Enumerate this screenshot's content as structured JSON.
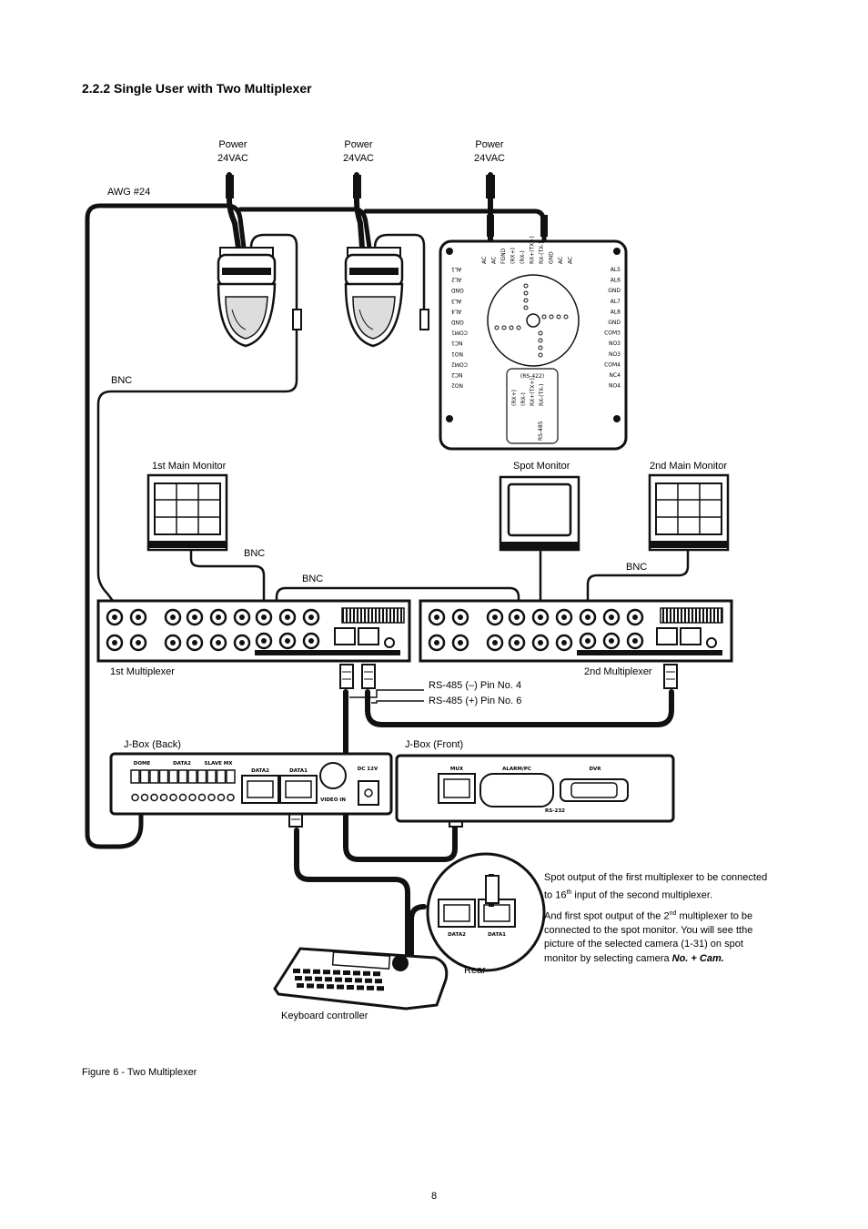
{
  "section": {
    "heading": "2.2.2  Single User with Two Multiplexer"
  },
  "labels": {
    "power_1": "Power",
    "power_1_v": "24VAC",
    "power_2": "Power",
    "power_2_v": "24VAC",
    "power_3": "Power",
    "power_3_v": "24VAC",
    "awg": "AWG #24",
    "bnc_camera": "BNC",
    "first_main_monitor": "1st Main Monitor",
    "spot_monitor": "Spot Monitor",
    "second_main_monitor": "2nd Main Monitor",
    "bnc_left": "BNC",
    "bnc_mid": "BNC",
    "bnc_right": "BNC",
    "first_multiplexer": "1st Multiplexer",
    "second_multiplexer": "2nd Multiplexer",
    "rs485_minus": "RS-485 (–) Pin No. 4",
    "rs485_plus": "RS-485 (+) Pin No. 6",
    "jbox_back": "J-Box (Back)",
    "jbox_front": "J-Box (Front)",
    "rear": "Rear",
    "keyboard_controller": "Keyboard controller"
  },
  "receiver_board": {
    "top_pins": [
      "AC",
      "AC",
      "FGND",
      "(RX+)",
      "(RX-)",
      "RX+(TX+)",
      "RX-(TX-)",
      "GND",
      "AC",
      "AC"
    ],
    "left_terminals": [
      "AL1",
      "AL2",
      "GND",
      "AL3",
      "AL4",
      "GND",
      "COM1",
      "NC1",
      "NO1",
      "COM2",
      "NC2",
      "NO2"
    ],
    "right_terminals": [
      "AL5",
      "AL6",
      "GND",
      "AL7",
      "AL8",
      "GND",
      "COM3",
      "NO3",
      "NO3",
      "COM4",
      "NC4",
      "NO4"
    ],
    "rs422_title": "(RS-422)",
    "rs422_pins": [
      "(RX+)",
      "(RX-)",
      "RX+(TX+)",
      "RX-(TX-)"
    ],
    "rs485_side": "RS-485"
  },
  "jbox": {
    "back_groups": [
      "DOME",
      "DATA2",
      "SLAVE MX"
    ],
    "back_ports": [
      "DATA2",
      "DATA1"
    ],
    "video_in": "VIDEO IN",
    "dc": "DC 12V",
    "front_ports": [
      "MUX",
      "ALARM/PC",
      "DVR"
    ],
    "front_sub": "RS-232",
    "keyboard_ports": [
      "DATA2",
      "DATA1"
    ]
  },
  "note": {
    "p1_a": "Spot output of the first multiplexer to be connected to 16",
    "p1_sup": "th",
    "p1_b": " input of the second multiplexer.",
    "p2_a": "And first spot output of the 2",
    "p2_sup": "nd",
    "p2_b": " multiplexer to be connected to the spot monitor. You will see tthe picture of the selected camera (1-31) on spot monitor by selecting camera ",
    "p2_bold": "No. + Cam."
  },
  "caption": "Figure 6 - Two Multiplexer",
  "page_number": "8"
}
